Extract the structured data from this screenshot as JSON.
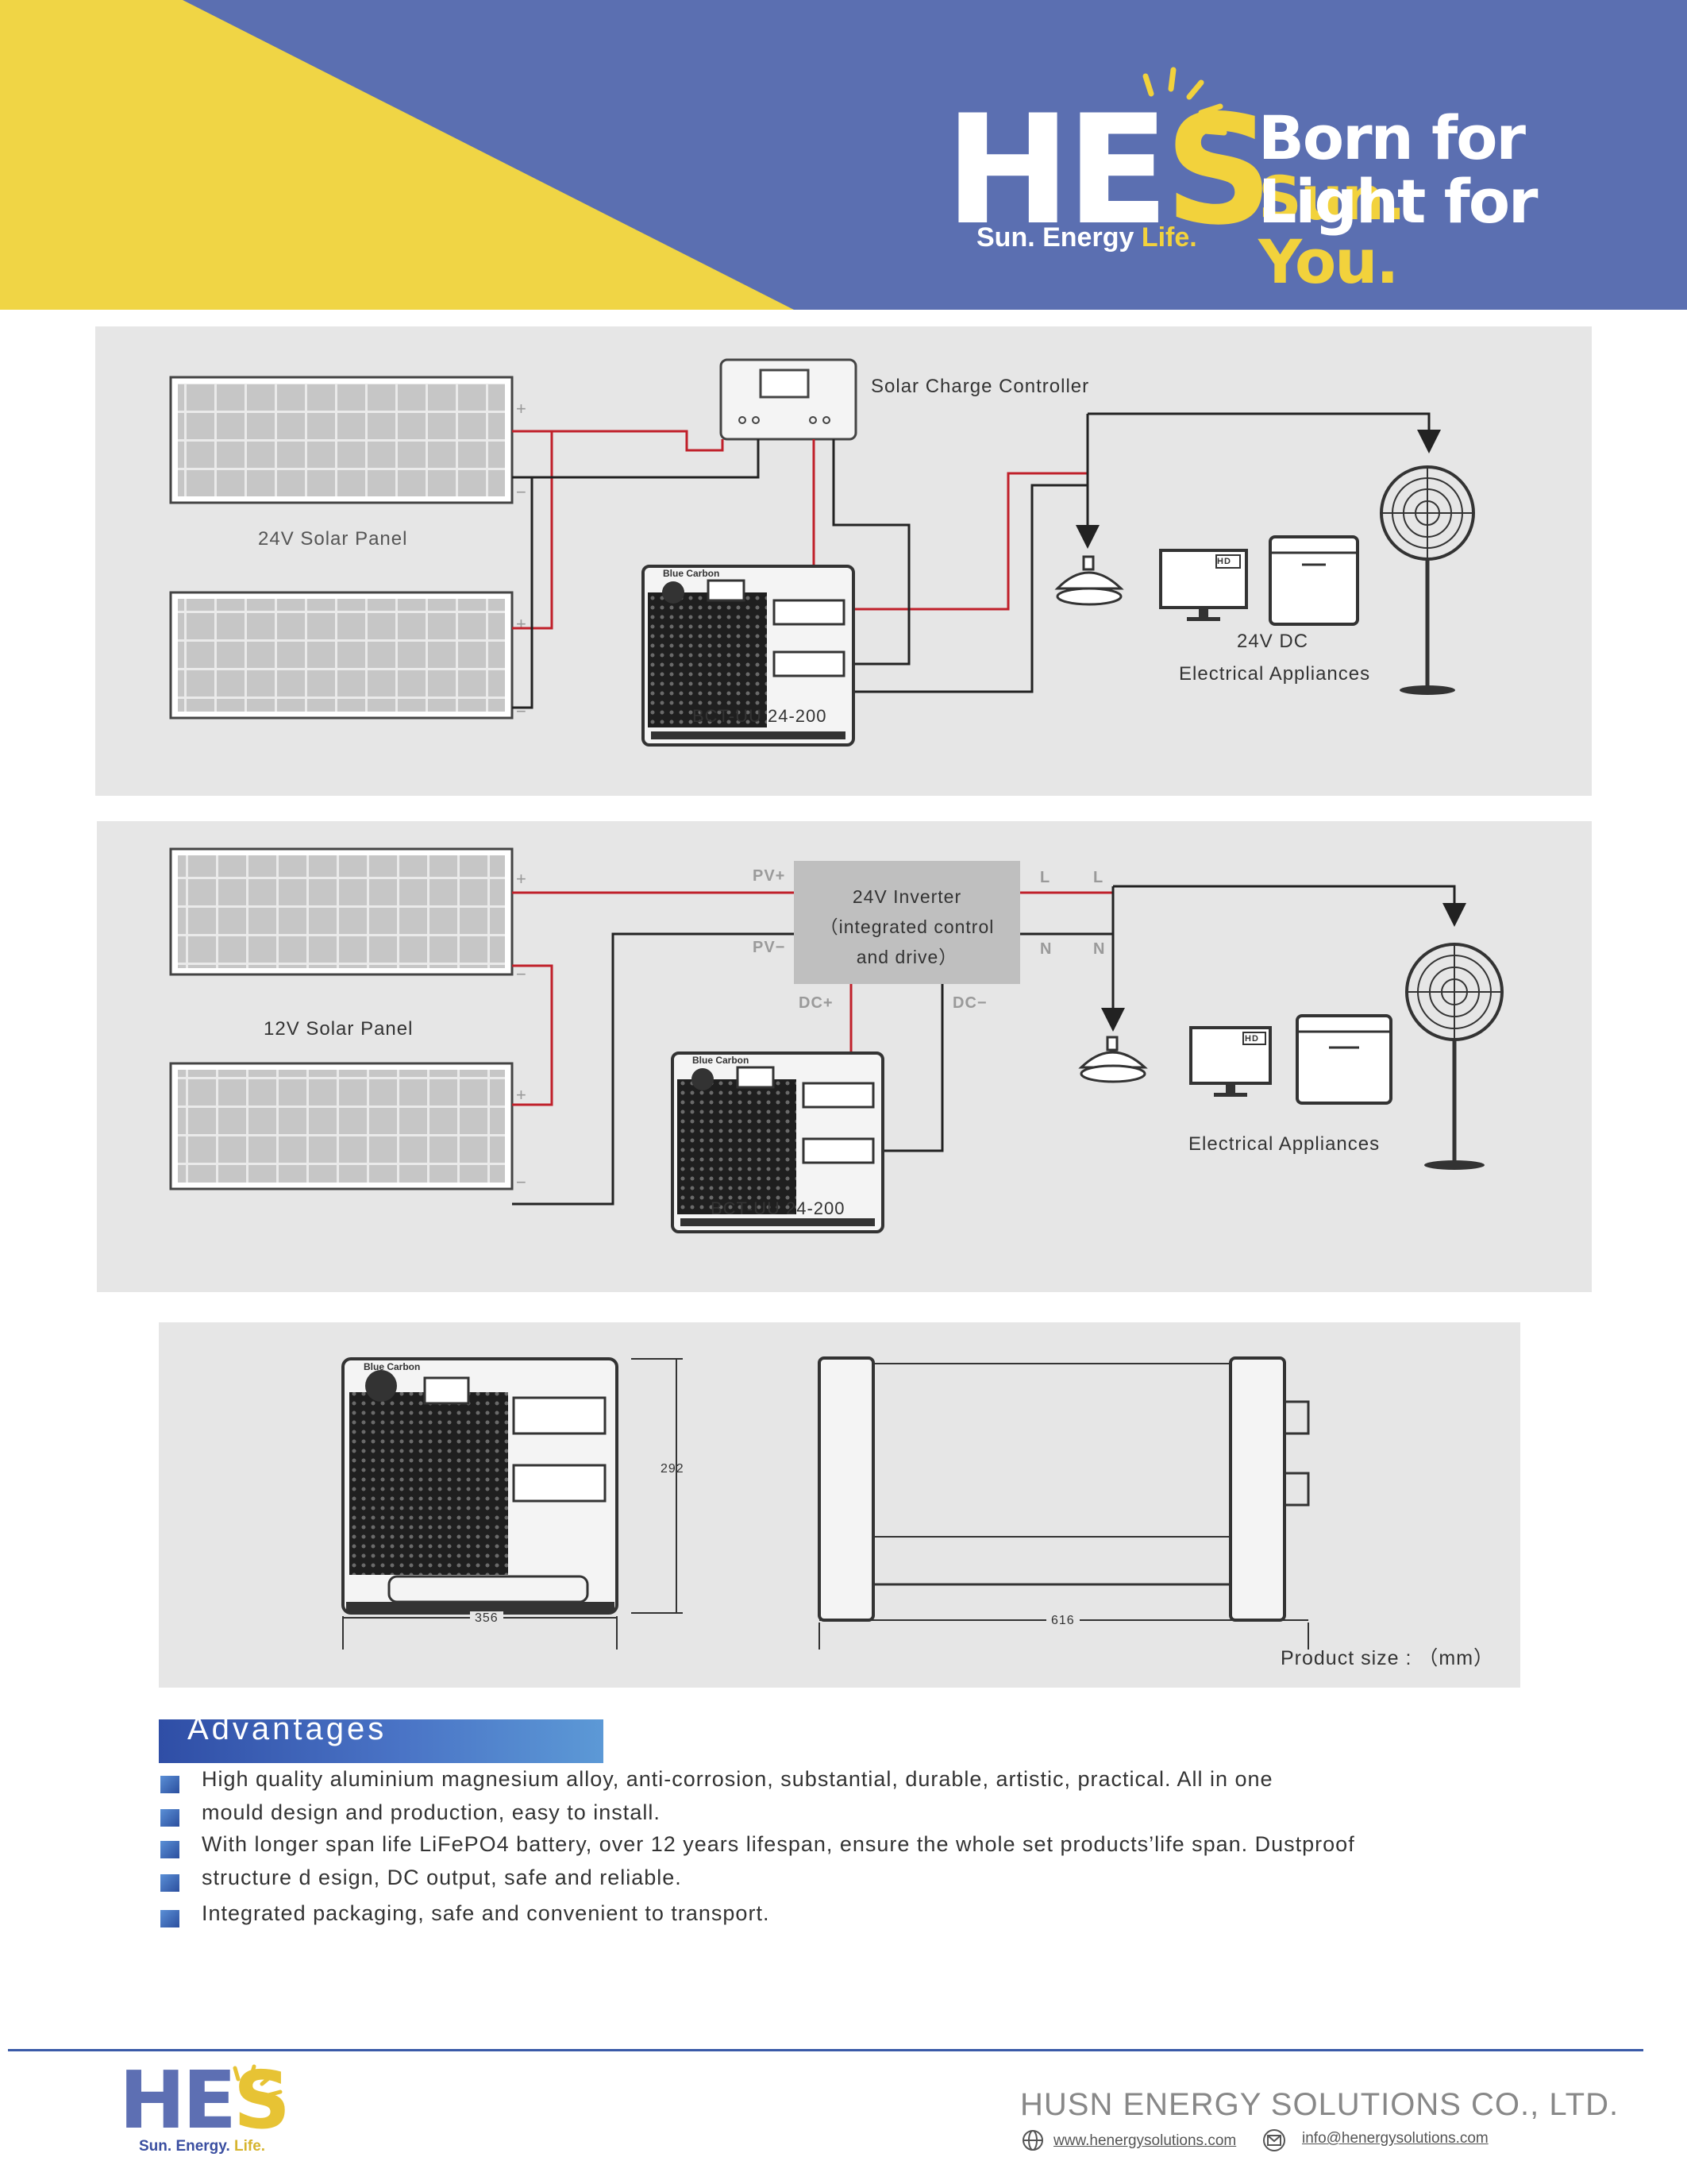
{
  "header": {
    "logo_text_main": "HE",
    "logo_text_accent": "S",
    "logo_sub_white": "Sun. Energy",
    "logo_sub_yellow": "Life.",
    "slogan_line1_white": "Born for ",
    "slogan_line1_yellow": "Sun.",
    "slogan_line2_white": "Light for ",
    "slogan_line2_yellow": "You."
  },
  "diagram1": {
    "controller_label": "Solar  Charge  Controller",
    "panel_label": "24V  Solar  Panel",
    "battery_label": "BCT-UU   24-200",
    "appliances_line1": "24V DC",
    "appliances_line2": "Electrical  Appliances",
    "hd_badge": "HD",
    "brand_label": "Blue Carbon"
  },
  "diagram2": {
    "inverter_line1": "24V Inverter",
    "inverter_line2": "（integrated  control",
    "inverter_line3": "and  drive）",
    "pv_plus": "PV+",
    "pv_minus": "PV−",
    "dc_plus": "DC+",
    "dc_minus": "DC−",
    "l1": "L",
    "l2": "L",
    "n1": "N",
    "n2": "N",
    "panel_label": "12V  Solar  Panel",
    "battery_label": "BCT-UU   24-200",
    "appliances_label": "Electrical  Appliances",
    "hd_badge": "HD",
    "brand_label": "Blue Carbon"
  },
  "dimensions": {
    "height": "292",
    "width": "356",
    "length": "616",
    "brand_label": "Blue Carbon",
    "size_label": "Product  size :   （mm）"
  },
  "advantages": {
    "title": "Advantages",
    "items": [
      "High  quality  aluminium  magnesium  alloy,  anti-corrosion,  substantial,  durable,  artistic,  practical. All in one",
      "mould design and production, easy to install.",
      "With longer span life LiFePO4 battery, over 12 years lifespan, ensure the whole set products’life span. Dustproof",
      "structure d esign, DC output, safe and reliable.",
      "Integrated packaging, safe and convenient to transport."
    ]
  },
  "footer": {
    "logo_text_main": "HE",
    "logo_text_accent": "S",
    "logo_sub_blue": "Sun. Energy.",
    "logo_sub_yellow": "Life.",
    "company": "HUSN ENERGY SOLUTIONS CO., LTD.",
    "website": "www.henergysolutions.com",
    "email": "info@henergysolutions.com"
  },
  "colors": {
    "header_blue": "#5b6fb1",
    "header_yellow": "#f0d545",
    "panel_gray": "#e6e6e6",
    "wire_red": "#c0202a",
    "accent_blue": "#3a5aa8"
  }
}
